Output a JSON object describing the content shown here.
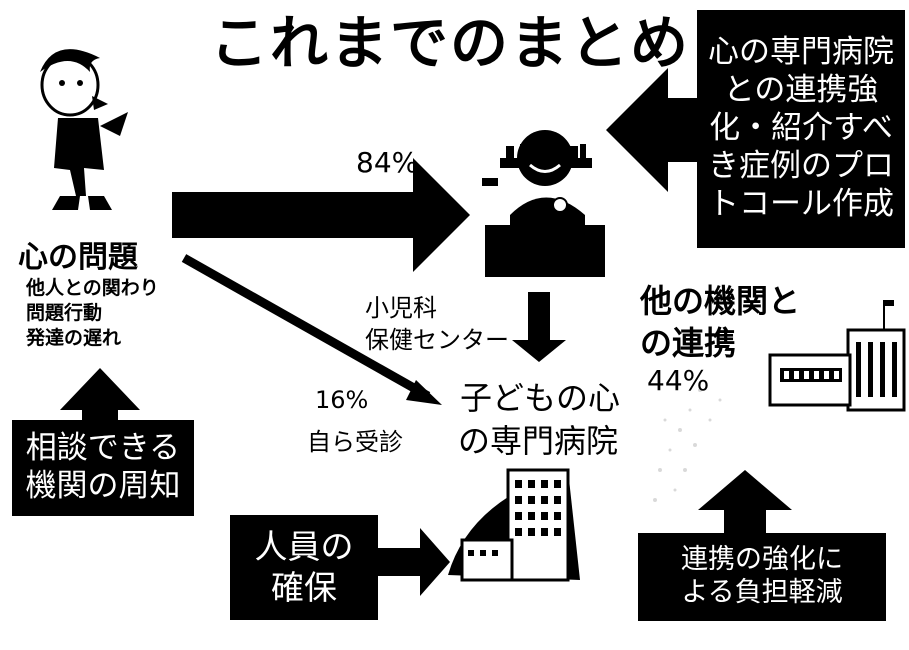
{
  "title": "これまでのまとめ",
  "boxes": {
    "collaboration_protocol": "心の専門病院\nとの連携強\n化・紹介すべ\nき症例のプロ\nトコール作成",
    "awareness": "相談できる\n機関の周知",
    "staffing": "人員の\n確保",
    "burden_reduction": "連携の強化に\nよる負担軽減"
  },
  "problem": {
    "heading": "心の問題",
    "items": [
      "他人との関わり",
      "問題行動",
      "発達の遅れ"
    ]
  },
  "flows": {
    "to_pediatrics_pct": "84%",
    "self_visit_pct": "16%",
    "self_visit_label": "自ら受診",
    "other_agencies_pct": "44%"
  },
  "nodes": {
    "pediatrics": [
      "小児科",
      "保健センター"
    ],
    "specialist_hospital": [
      "子どもの心",
      "の専門病院"
    ],
    "other_agencies": [
      "他の機関と",
      "の連携"
    ]
  },
  "icons": [
    "cartoon-character-icon",
    "doctor-icon",
    "hospital-building-icon",
    "office-building-icon"
  ]
}
